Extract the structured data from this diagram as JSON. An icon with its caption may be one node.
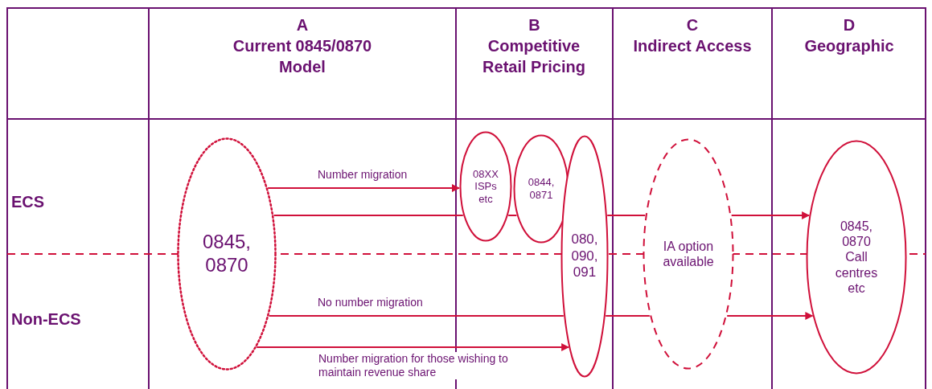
{
  "diagram": {
    "nodes": [
      {
        "text": [
          "0845, 0870"
        ]
      },
      {
        "text": [
          "08XX ISPs etc"
        ]
      },
      {
        "text": [
          "0844, 0871"
        ]
      },
      {
        "text": [
          "080, 090, 091"
        ]
      },
      {
        "text": [
          "IA option available"
        ]
      },
      {
        "text": [
          "0845, 0870 Call centres etc"
        ]
      }
    ],
    "edges": [
      {
        "from": 0,
        "to": 1,
        "arrow": "to",
        "label": "Number migration"
      },
      {
        "from": 0,
        "to": 1,
        "arrow": "none"
      },
      {
        "from": 1,
        "to": 2,
        "arrow": "none"
      },
      {
        "from": 3,
        "to": 4,
        "arrow": "none"
      },
      {
        "from": 4,
        "to": 5,
        "arrow": "to"
      },
      {
        "from": 0,
        "to": 3,
        "arrow": "none",
        "label": "No number migration"
      },
      {
        "from": 3,
        "to": 4,
        "arrow": "none"
      },
      {
        "from": 4,
        "to": 5,
        "arrow": "to"
      },
      {
        "from": 0,
        "to": 3,
        "arrow": "to",
        "label": "Number migration for those wishing to maintain revenue share"
      }
    ],
    "labels": [
      "A",
      "Current 0845/0870 Model",
      "B",
      "Competitive Retail Pricing",
      "C",
      "Indirect Access",
      "D",
      "Geographic",
      "ECS",
      "Non-ECS"
    ]
  }
}
